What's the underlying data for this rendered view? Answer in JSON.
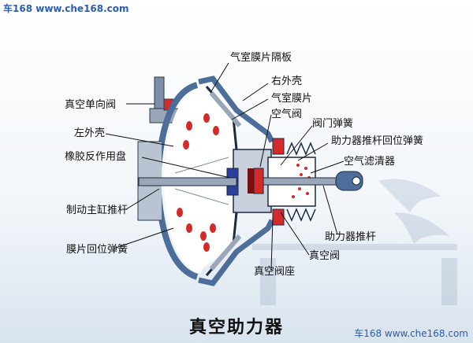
{
  "watermark_top": "车168 www.che168.com",
  "watermark_bottom": "车168 www.che168.com",
  "title": "真空助力器",
  "labels": {
    "diaphragm_plate": "气室膜片隔板",
    "right_shell": "右外壳",
    "diaphragm": "气室膜片",
    "vacuum_check_valve": "真空单向阀",
    "air_valve": "空气阀",
    "valve_spring": "阀门弹簧",
    "left_shell": "左外壳",
    "pushrod_return_spring": "助力器推杆回位弹簧",
    "rubber_reaction_disc": "橡胶反作用盘",
    "air_filter": "空气滤清器",
    "master_cylinder_pushrod": "制动主缸推杆",
    "diaphragm_return_spring": "膜片回位弹簧",
    "booster_pushrod": "助力器推杆",
    "vacuum_valve": "真空阀",
    "vacuum_valve_seat": "真空阀座"
  },
  "colors": {
    "steel_blue": "#4d6d9a",
    "shell_gray": "#9aa7b8",
    "red": "#d42a2a",
    "dark": "#1b2a40",
    "light_steel": "#c7d0dc"
  }
}
